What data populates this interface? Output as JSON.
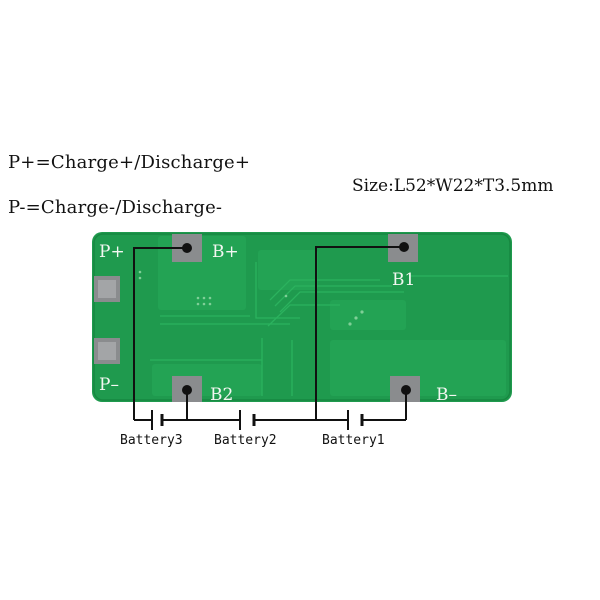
{
  "legend": {
    "pplus": "P+=Charge+/Discharge+",
    "pminus": "P-=Charge-/Discharge-"
  },
  "size": "Size:L52*W22*T3.5mm",
  "board": {
    "color": "#1f9a4e",
    "trace_color": "#2bb25e",
    "pad_color": "#8a8c8e",
    "labels": {
      "p_plus": "P+",
      "p_minus": "P–",
      "b_plus": "B+",
      "b1": "B1",
      "b2": "B2",
      "b_minus": "B–"
    }
  },
  "cells": {
    "battery3": "Battery3",
    "battery2": "Battery2",
    "battery1": "Battery1"
  }
}
